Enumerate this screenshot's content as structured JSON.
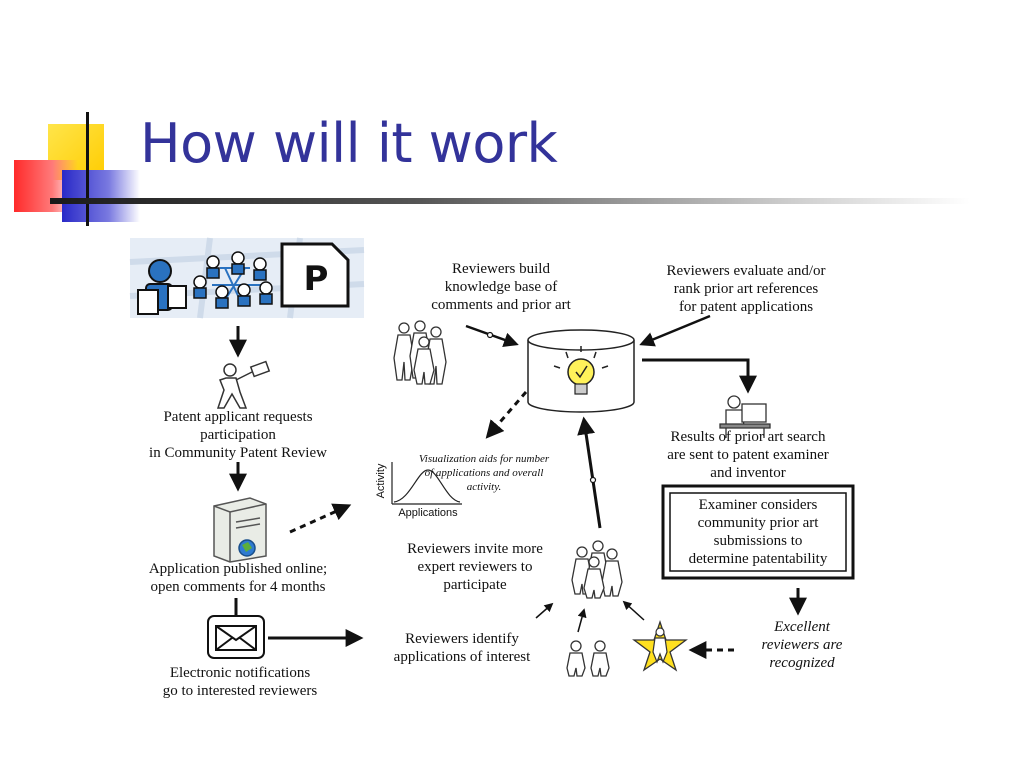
{
  "slide": {
    "title": "How will it work"
  },
  "diagram": {
    "applicant_request": [
      "Patent applicant requests",
      "participation",
      "in Community Patent Review"
    ],
    "published": [
      "Application published online;",
      "open comments for 4 months"
    ],
    "notifications": [
      "Electronic notifications",
      "go to interested reviewers"
    ],
    "build_kb": [
      "Reviewers build",
      "knowledge base of",
      "comments and prior art"
    ],
    "evaluate": [
      "Reviewers evaluate and/or",
      "rank prior art references",
      "for patent applications"
    ],
    "results": [
      "Results of prior art search",
      "are sent to patent examiner",
      "and inventor"
    ],
    "examiner": [
      "Examiner considers",
      "community prior art",
      "submissions to",
      "determine patentability"
    ],
    "excellent": [
      "Excellent",
      "reviewers  are",
      "recognized"
    ],
    "visualization": [
      "Visualization aids for number",
      "of applications and overall",
      "activity."
    ],
    "axis_y": "Activity",
    "axis_x": "Applications",
    "invite": [
      "Reviewers invite more",
      "expert reviewers to",
      "participate"
    ],
    "identify": [
      "Reviewers identify",
      "applications of interest"
    ],
    "logo_letter": "P"
  },
  "colors": {
    "title": "#33339a",
    "deco_yellow": "#ffd800",
    "deco_red": "#ff3b3b",
    "deco_blue": "#3333cc",
    "icon_blue": "#2a72c0",
    "bulb": "#fff25a",
    "star": "#ffe020"
  }
}
